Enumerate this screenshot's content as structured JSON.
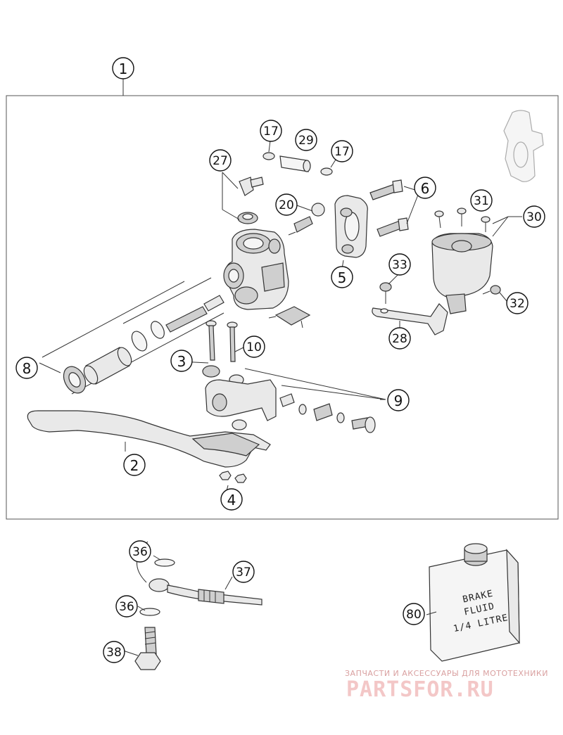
{
  "callouts": {
    "c1": "1",
    "c2": "2",
    "c3": "3",
    "c4": "4",
    "c5": "5",
    "c6": "6",
    "c8": "8",
    "c9": "9",
    "c10": "10",
    "c17a": "17",
    "c17b": "17",
    "c20": "20",
    "c27": "27",
    "c28": "28",
    "c29": "29",
    "c30": "30",
    "c31": "31",
    "c32": "32",
    "c33": "33",
    "c36a": "36",
    "c36b": "36",
    "c37": "37",
    "c38": "38",
    "c80": "80"
  },
  "brake_fluid_can": {
    "line1": "BRAKE",
    "line2": "FLUID",
    "line3": "1/4 LITRE"
  },
  "watermark": {
    "tagline": "ЗАПЧАСТИ И АКСЕССУАРЫ ДЛЯ МОТОТЕХНИКИ",
    "brand": "PARTSFOR.RU"
  }
}
